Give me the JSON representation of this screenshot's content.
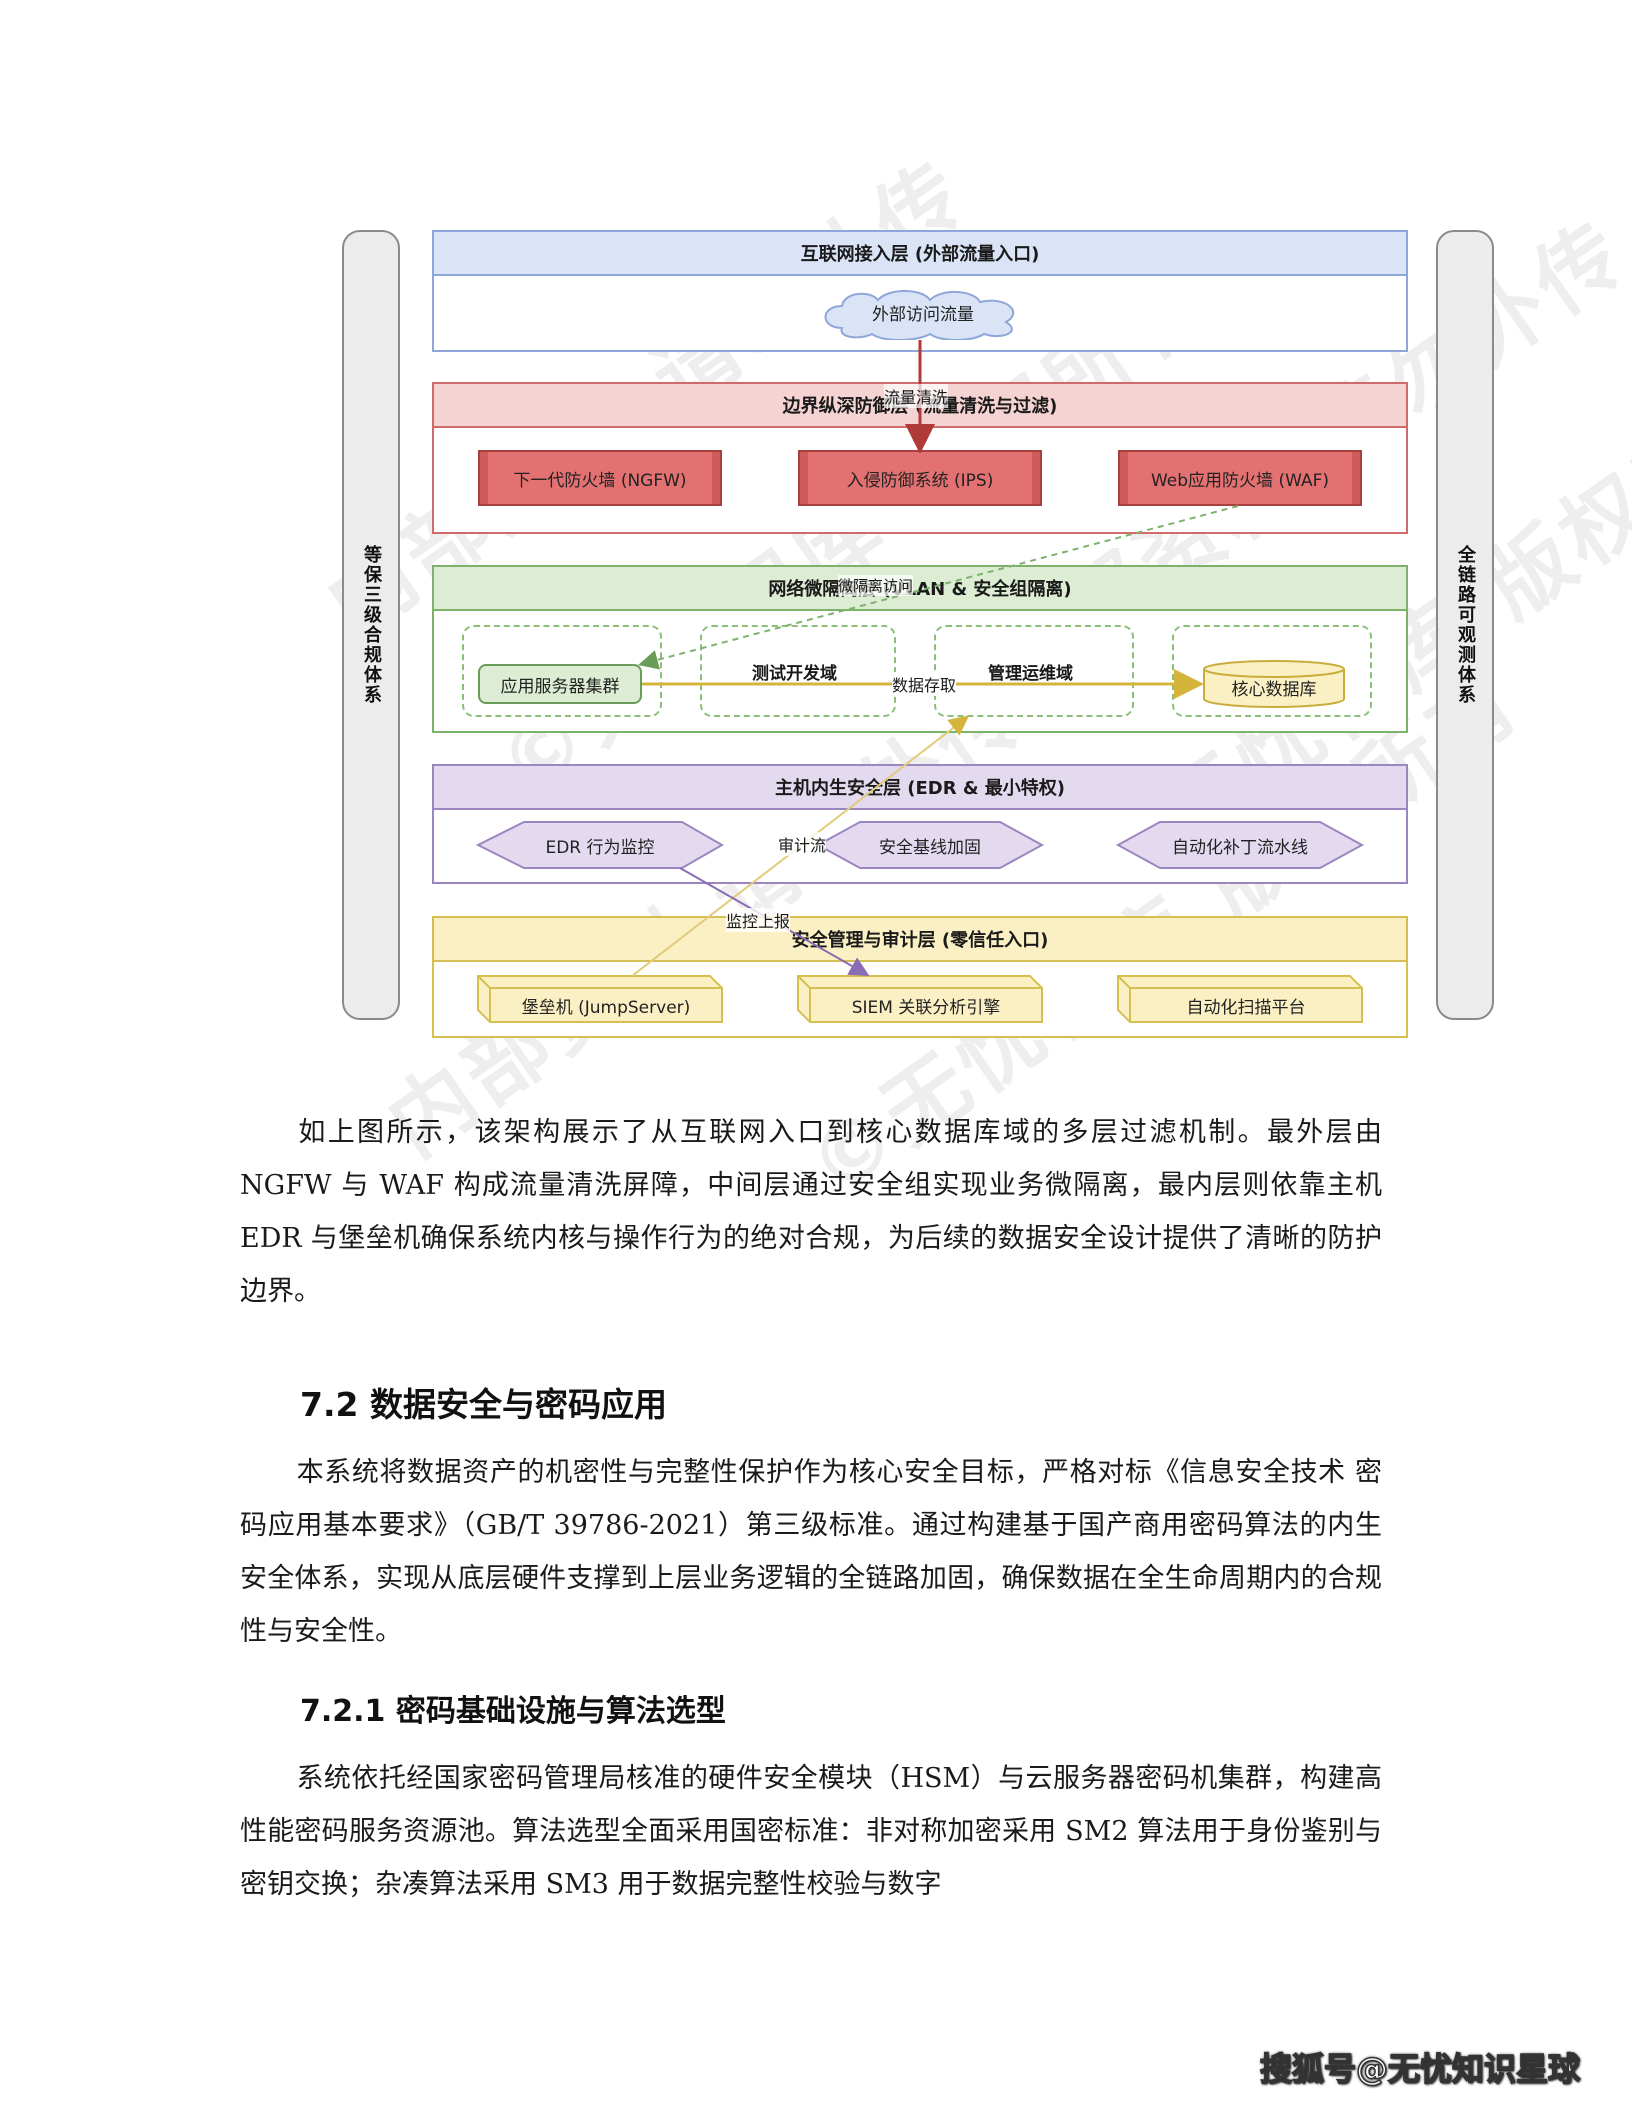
{
  "watermarks": [
    "内部资料 请勿外传",
    "©无忧智库 版权所有",
    "内部资料 请勿外传",
    "©无忧智库 版权所有",
    "内部资料 请勿外传",
    "©无忧智库 版权所有"
  ],
  "diagram": {
    "left_bar": "等保三级合规体系",
    "right_bar": "全链路可观测体系",
    "layer1": {
      "title": "互联网接入层 (外部流量入口)",
      "cloud": "外部访问流量"
    },
    "layer2": {
      "title": "边界纵深防御层 (流量清洗与过滤)",
      "arrow_label": "流量清洗",
      "nodes": [
        "下一代防火墙 (NGFW)",
        "入侵防御系统 (IPS)",
        "Web应用防火墙 (WAF)"
      ]
    },
    "layer3": {
      "title": "网络微隔离层 (VLAN & 安全组隔离)",
      "overlay_label": "微隔离访问",
      "app_cluster": "应用服务器集群",
      "zone_test": "测试开发域",
      "zone_ops": "管理运维域",
      "data_label": "数据存取",
      "core_db": "核心数据库"
    },
    "layer4": {
      "title": "主机内生安全层 (EDR & 最小特权)",
      "nodes": [
        "EDR 行为监控",
        "安全基线加固",
        "自动化补丁流水线"
      ],
      "audit_label": "审计流"
    },
    "layer5": {
      "title": "安全管理与审计层 (零信任入口)",
      "monitor_label": "监控上报",
      "nodes": [
        "堡垒机 (JumpServer)",
        "SIEM 关联分析引擎",
        "自动化扫描平台"
      ]
    }
  },
  "colors": {
    "blue": "#dae4f6",
    "red": "#e37171",
    "green": "#dcedd3",
    "purple": "#e3daf0",
    "yellow": "#fbf0c4",
    "gold_arrow": "#d4b43a"
  },
  "para1": "如上图所示，该架构展示了从互联网入口到核心数据库域的多层过滤机制。最外层由 NGFW 与 WAF 构成流量清洗屏障，中间层通过安全组实现业务微隔离，最内层则依靠主机 EDR 与堡垒机确保系统内核与操作行为的绝对合规，为后续的数据安全设计提供了清晰的防护边界。",
  "h2": "7.2 数据安全与密码应用",
  "para2": "本系统将数据资产的机密性与完整性保护作为核心安全目标，严格对标《信息安全技术 密码应用基本要求》（GB/T 39786-2021）第三级标准。通过构建基于国产商用密码算法的内生安全体系，实现从底层硬件支撑到上层业务逻辑的全链路加固，确保数据在全生命周期内的合规性与安全性。",
  "h3": "7.2.1 密码基础设施与算法选型",
  "para3": "系统依托经国家密码管理局核准的硬件安全模块（HSM）与云服务器密码机集群，构建高性能密码服务资源池。算法选型全面采用国密标准：非对称加密采用 SM2 算法用于身份鉴别与密钥交换；杂凑算法采用 SM3 用于数据完整性校验与数字",
  "footer": "搜狐号@无忧知识星球"
}
